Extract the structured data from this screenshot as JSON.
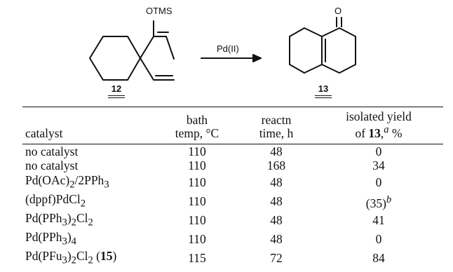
{
  "scheme": {
    "reactant_group": "OTMS",
    "reagent": "Pd(II)",
    "product_group": "O",
    "reactant_number": "12",
    "product_number": "13"
  },
  "table": {
    "headers": {
      "catalyst": "catalyst",
      "temp_line1": "bath",
      "temp_line2": "temp, °C",
      "time_line1": "reactn",
      "time_line2": "time, h",
      "yield_line1": "isolated yield",
      "yield_line2_pre": "of ",
      "yield_line2_compound": "13",
      "yield_line2_mark": "a",
      "yield_line2_post": " %"
    },
    "rows": [
      {
        "catalyst": "no catalyst",
        "temp": "110",
        "time": "48",
        "yield": "0"
      },
      {
        "catalyst": "no catalyst",
        "temp": "110",
        "time": "168",
        "yield": "34"
      },
      {
        "catalyst_parts": [
          "Pd(OAc)",
          "2",
          "/2PPh",
          "3",
          ""
        ],
        "temp": "110",
        "time": "48",
        "yield": "0"
      },
      {
        "catalyst_parts": [
          "(dppf)PdCl",
          "2",
          ""
        ],
        "temp": "110",
        "time": "48",
        "yield": "(35)",
        "yield_note": "b"
      },
      {
        "catalyst_parts": [
          "Pd(PPh",
          "3",
          ")",
          "2",
          "Cl",
          "2",
          ""
        ],
        "temp": "110",
        "time": "48",
        "yield": "41"
      },
      {
        "catalyst_parts": [
          "Pd(PPh",
          "3",
          ")",
          "4",
          ""
        ],
        "temp": "110",
        "time": "48",
        "yield": "0"
      },
      {
        "catalyst_parts": [
          "Pd(PFu",
          "3",
          ")",
          "2",
          "Cl",
          "2",
          " "
        ],
        "catalyst_ref": "15",
        "temp": "115",
        "time": "72",
        "yield": "84"
      }
    ]
  }
}
